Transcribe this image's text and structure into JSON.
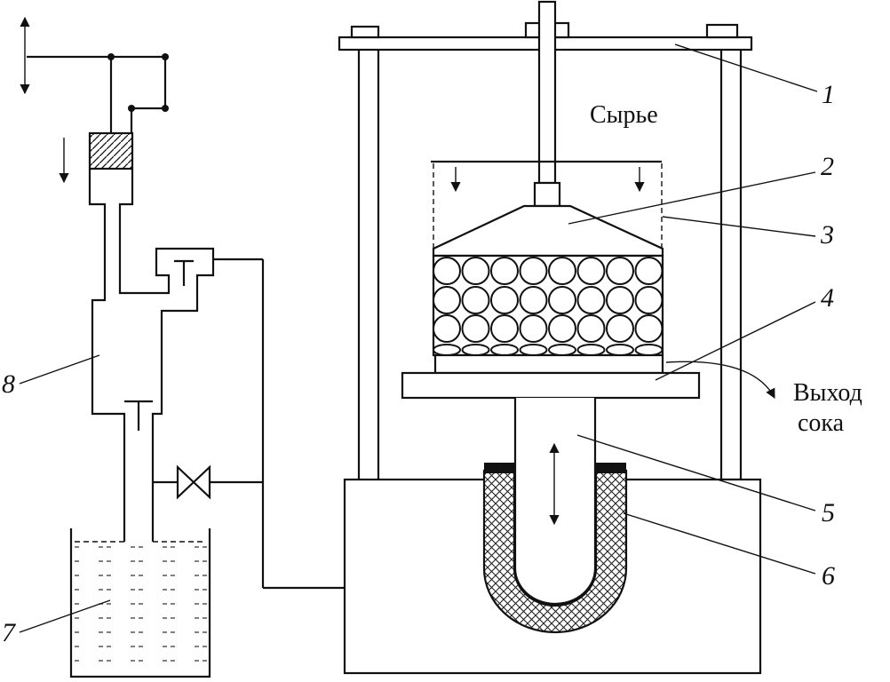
{
  "labels": {
    "raw_material": "Сырье",
    "juice_exit_line1": "Выход",
    "juice_exit_line2": "сока",
    "n1": "1",
    "n2": "2",
    "n3": "3",
    "n4": "4",
    "n5": "5",
    "n6": "6",
    "n7": "7",
    "n8": "8"
  },
  "colors": {
    "ink": "#111111",
    "background": "#ffffff",
    "seal": "#111111"
  }
}
